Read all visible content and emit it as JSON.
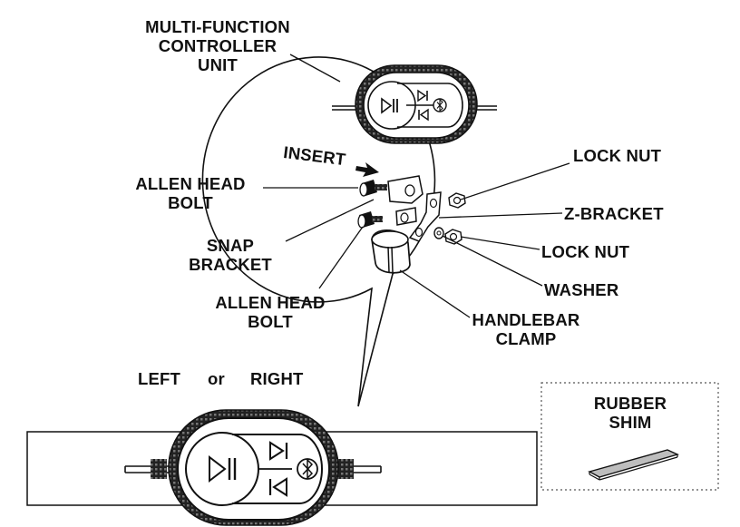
{
  "labels": {
    "controller_line1": "MULTI-FUNCTION",
    "controller_line2": "CONTROLLER",
    "controller_line3": "UNIT",
    "insert": "INSERT",
    "allen_bolt_top_line1": "ALLEN HEAD",
    "allen_bolt_top_line2": "BOLT",
    "snap_bracket_line1": "SNAP",
    "snap_bracket_line2": "BRACKET",
    "allen_bolt_bottom_line1": "ALLEN HEAD",
    "allen_bolt_bottom_line2": "BOLT",
    "lock_nut_top": "LOCK NUT",
    "z_bracket": "Z-BRACKET",
    "lock_nut_bottom": "LOCK NUT",
    "washer": "WASHER",
    "handlebar_clamp_line1": "HANDLEBAR",
    "handlebar_clamp_line2": "CLAMP",
    "left": "LEFT",
    "or": "or",
    "right": "RIGHT",
    "rubber_shim_line1": "RUBBER",
    "rubber_shim_line2": "SHIM"
  },
  "icons": {
    "play_pause": "play-pause-icon",
    "next": "next-track-icon",
    "previous": "previous-track-icon",
    "bluetooth": "bluetooth-icon"
  },
  "colors": {
    "ink": "#111111",
    "paper": "#ffffff",
    "shim_fill": "#bdbdbd"
  }
}
